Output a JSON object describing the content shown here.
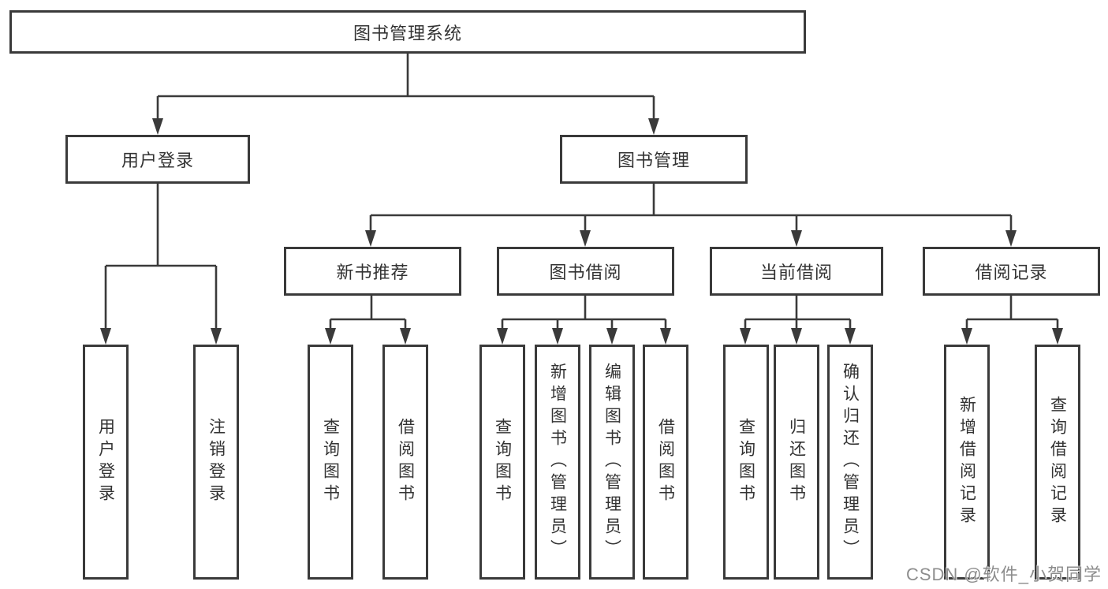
{
  "nodes": {
    "root": {
      "label": "图书管理系统"
    },
    "level2": [
      {
        "label": "用户登录"
      },
      {
        "label": "图书管理"
      }
    ],
    "level3": [
      {
        "label": "新书推荐"
      },
      {
        "label": "图书借阅"
      },
      {
        "label": "当前借阅"
      },
      {
        "label": "借阅记录"
      }
    ],
    "leaves": [
      {
        "label": "用户登录"
      },
      {
        "label": "注销登录"
      },
      {
        "label": "查询图书"
      },
      {
        "label": "借阅图书"
      },
      {
        "label": "查询图书"
      },
      {
        "label": "新增图书（管理员）"
      },
      {
        "label": "编辑图书（管理员）"
      },
      {
        "label": "借阅图书"
      },
      {
        "label": "查询图书"
      },
      {
        "label": "归还图书"
      },
      {
        "label": "确认归还（管理员）"
      },
      {
        "label": "新增借阅记录"
      },
      {
        "label": "查询借阅记录"
      }
    ]
  },
  "watermark": {
    "text": "CSDN @软件_小贺同学"
  },
  "colors": {
    "line": "#3a3a3a",
    "box_border": "#3a3a3a",
    "text": "#333333",
    "background": "#ffffff",
    "watermark": "#7d7d7d"
  }
}
